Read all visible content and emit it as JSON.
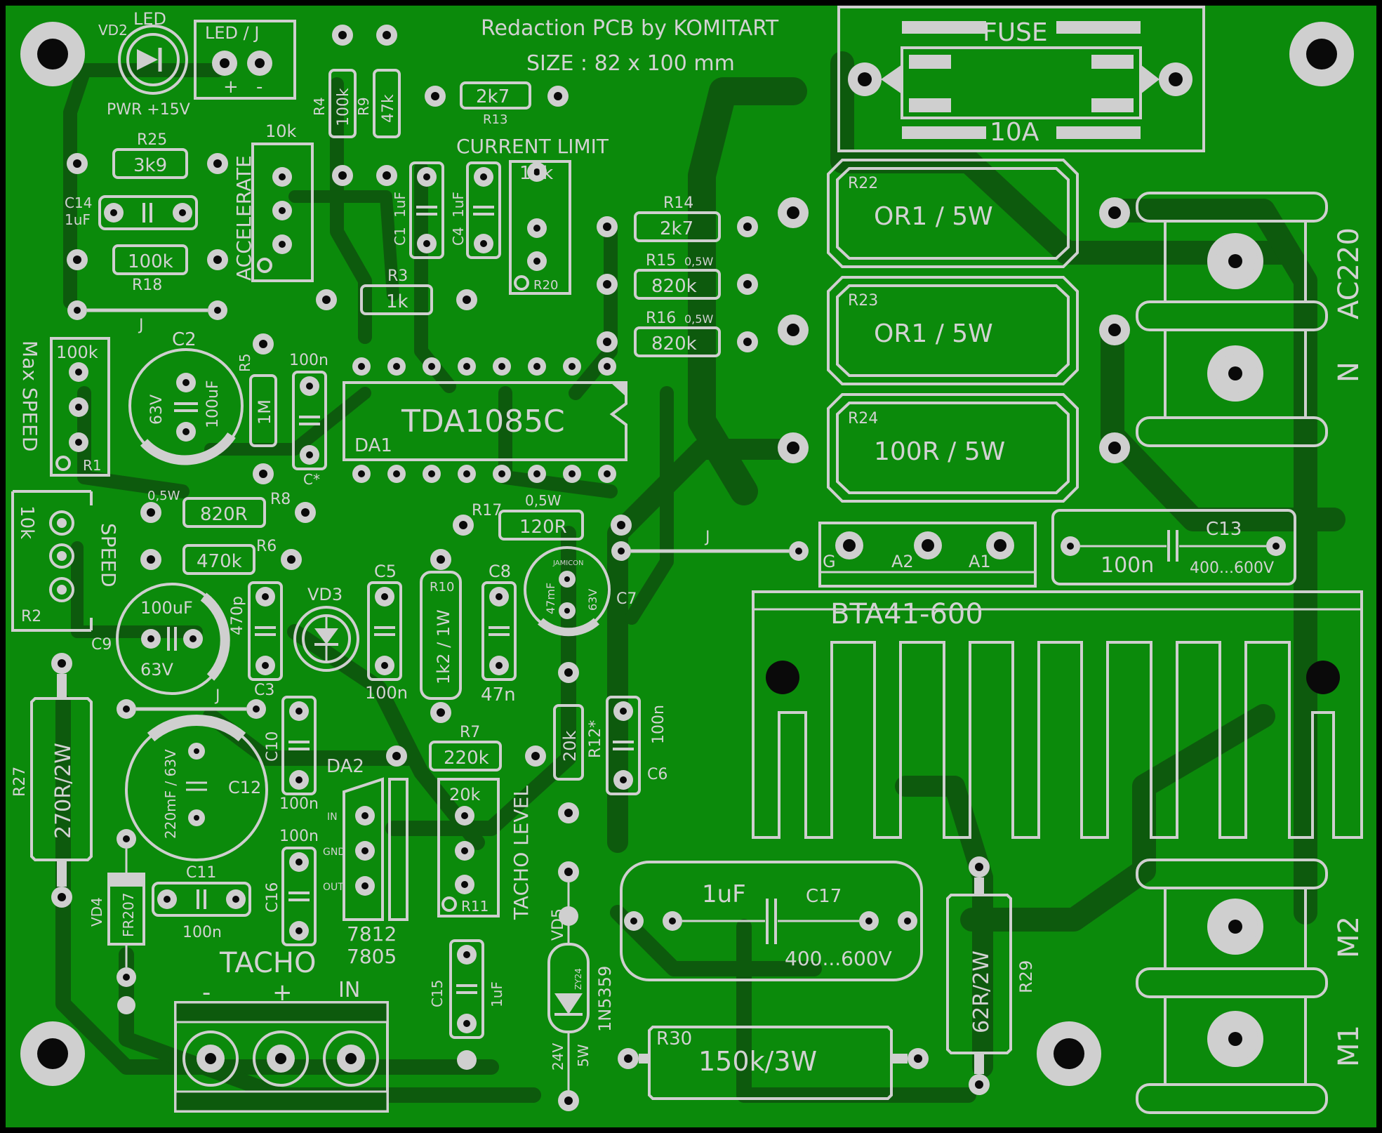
{
  "header": {
    "title": "Redaction PCB by KOMITART",
    "size": "SIZE : 82 x 100 mm"
  },
  "colors": {
    "board": "#0b8a0b",
    "copper_track": "#0d5a0d",
    "silk": "#d0d0d0",
    "pad": "#d0d0d0",
    "hole": "#0a0a0a",
    "frame": "#000000"
  },
  "labels": {
    "vd2": "VD2",
    "led": "LED",
    "pwr": "PWR +15V",
    "led_j": "LED / J",
    "plus": "+",
    "minus": "-",
    "r4": "R4",
    "r4_val": "100k",
    "r9": "R9",
    "r9_val": "47k",
    "r13_val": "2k7",
    "r13": "R13",
    "current_limit": "CURRENT LIMIT",
    "r20_val": "10k",
    "r20": "R20",
    "c1": "C1",
    "c1_val": "1uF",
    "c4": "C4",
    "c4_val": "1uF",
    "fuse": "FUSE",
    "fuse_val": "10A",
    "r25": "R25",
    "r25_val": "3k9",
    "accel_val": "10k",
    "accelerate": "ACCELERATE",
    "c14": "C14",
    "c14_val": "1uF",
    "r18_val": "100k",
    "r18": "R18",
    "r14": "R14",
    "r14_val": "2k7",
    "r15": "R15",
    "r15_pw": "0,5W",
    "r15_val": "820k",
    "r16": "R16",
    "r16_pw": "0,5W",
    "r16_val": "820k",
    "r22": "R22",
    "r22_val": "OR1 / 5W",
    "r23": "R23",
    "r23_val": "OR1 / 5W",
    "r24": "R24",
    "r24_val": "100R / 5W",
    "ac220": "AC220",
    "n": "N",
    "r3": "R3",
    "r3_val": "1k",
    "j": "J",
    "max_speed": "Max SPEED",
    "r1_val": "100k",
    "r1": "R1",
    "c2": "C2",
    "c2_v": "63V",
    "c2_val": "100uF",
    "r5": "R5",
    "r5_val": "1M",
    "cx_val": "100n",
    "cx": "C*",
    "ic": "TDA1085C",
    "da1": "DA1",
    "r8_pw": "0,5W",
    "r8_val": "820R",
    "r8": "R8",
    "r6_val": "470k",
    "r6": "R6",
    "r2_val": "10k",
    "speed": "SPEED",
    "r2": "R2",
    "r17": "R17",
    "r17_pw": "0,5W",
    "r17_val": "120R",
    "g": "G",
    "a2": "A2",
    "a1": "A1",
    "c13": "C13",
    "c13_val": "100n",
    "c13_v": "400...600V",
    "triac": "BTA41-600",
    "c9_val": "100uF",
    "c9": "C9",
    "c9_v": "63V",
    "c3_val": "470p",
    "c3": "C3",
    "vd3": "VD3",
    "c5": "C5",
    "c5_val": "100n",
    "r10": "R10",
    "r10_val": "1k2 / 1W",
    "c8": "C8",
    "c8_val": "47n",
    "c7_brand": "JAMICON",
    "c7_val": "47mF",
    "c7_v": "63V",
    "c7": "C7",
    "r27": "R27",
    "r27_val": "270R/2W",
    "c12_val": "220mF / 63V",
    "c12": "C12",
    "c10": "C10",
    "c10_val": "100n",
    "da2": "DA2",
    "in": "IN",
    "gnd": "GND",
    "out": "OUT",
    "r7": "R7",
    "r7_val": "220k",
    "r11_val": "20k",
    "tacho_level": "TACHO LEVEL",
    "r11": "R11",
    "r12_val": "20k",
    "r12": "R12*",
    "c6_val": "100n",
    "c6": "C6",
    "c16_val": "100n",
    "c16": "C16",
    "c11": "C11",
    "c11_val": "100n",
    "vd4": "VD4",
    "vd4_val": "FR207",
    "reg1": "7812",
    "reg2": "7805",
    "c15": "C15",
    "c15_val": "1uF",
    "tacho": "TACHO",
    "t_minus": "-",
    "t_plus": "+",
    "t_in": "IN",
    "vd5": "VD5",
    "vd5_part": "1N5359",
    "vd5_mark": "ZY24",
    "vd5_v": "24V",
    "vd5_w": "5W",
    "c17_val": "1uF",
    "c17": "C17",
    "c17_v": "400...600V",
    "r29": "R29",
    "r29_val": "62R/2W",
    "r30": "R30",
    "r30_val": "150k/3W",
    "m2": "M2",
    "m1": "M1"
  }
}
